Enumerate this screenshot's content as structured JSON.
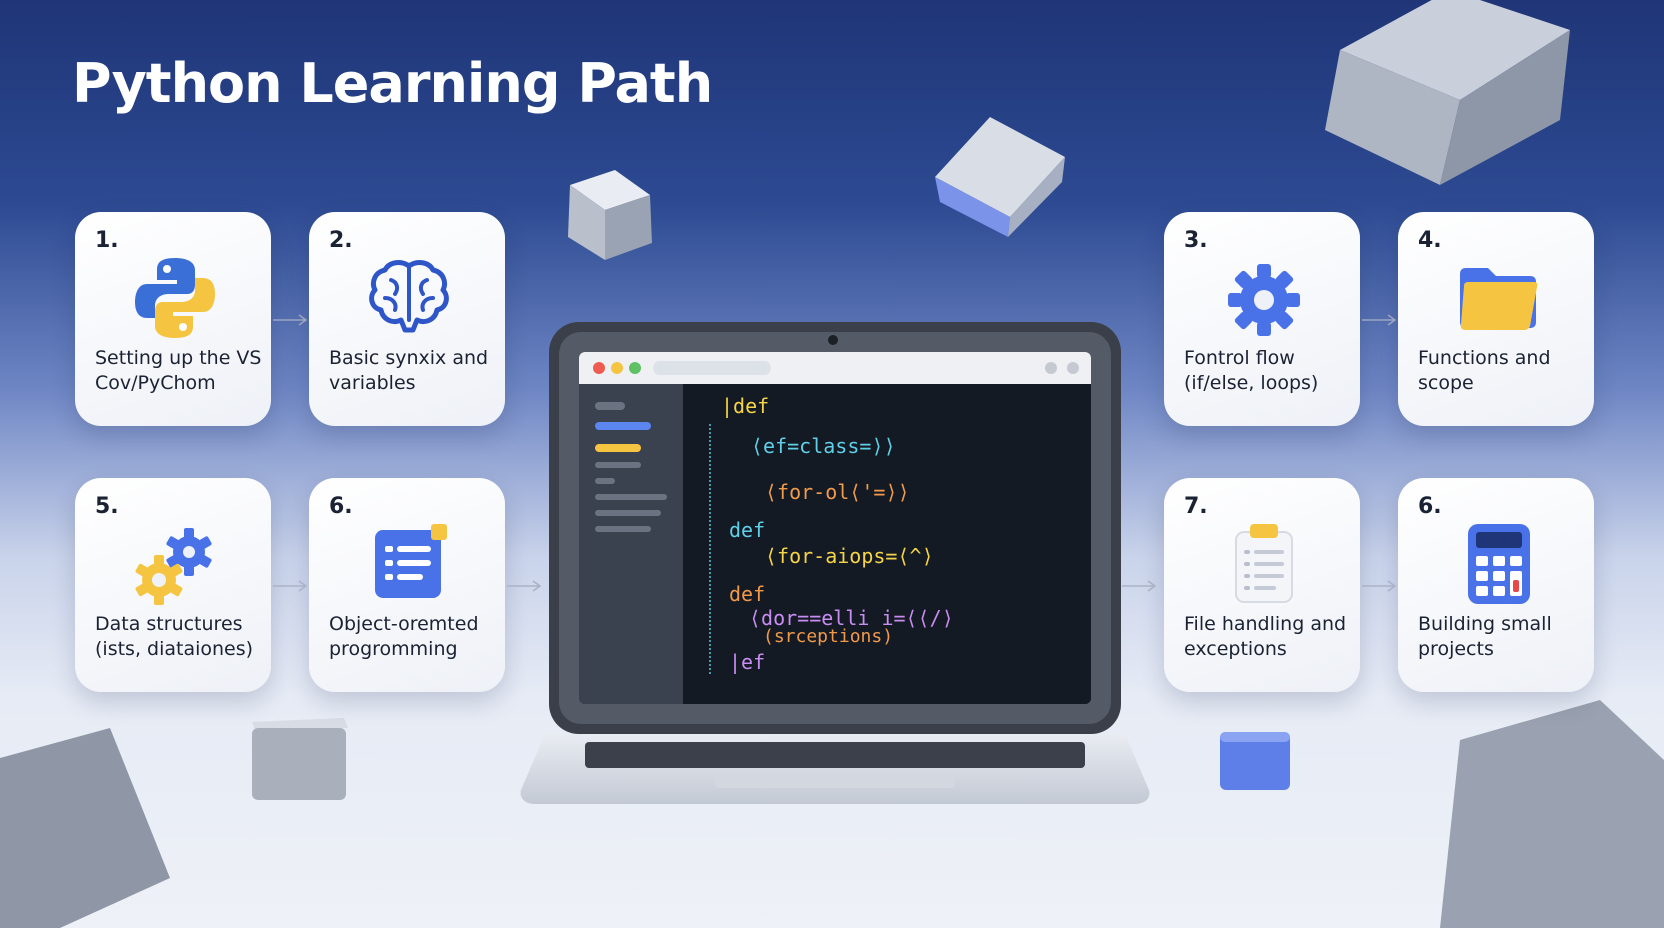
{
  "title": "Python Learning Path",
  "cards": [
    {
      "num": "1.",
      "label": "Setting up the VS Cov/PyChom",
      "icon": "python-logo-icon"
    },
    {
      "num": "2.",
      "label": "Basic synxix and variables",
      "icon": "brain-icon"
    },
    {
      "num": "3.",
      "label": "Fontrol flow (if/else, loops)",
      "icon": "gear-icon"
    },
    {
      "num": "4.",
      "label": "Functions and scope",
      "icon": "folder-icon"
    },
    {
      "num": "5.",
      "label": "Data structures (ists, diataiones)",
      "icon": "gears-icon"
    },
    {
      "num": "6.",
      "label": "Object-oremted progromming",
      "icon": "document-icon"
    },
    {
      "num": "7.",
      "label": "File handling and exceptions",
      "icon": "clipboard-icon"
    },
    {
      "num": "6.",
      "label": "Building small projects",
      "icon": "calculator-icon"
    }
  ],
  "code": {
    "lines": [
      "|def",
      "⟨ef=class=⟩⟩",
      "⟨for-ol⟨'=⟩⟩",
      "def",
      "⟨for-aiops=⟨^⟩",
      "def",
      "⟨dor==elli i=⟨⟨/⟩",
      "(srceptions)",
      "|ef"
    ],
    "colors": {
      "def": "#f5d547",
      "cyan": "#5fd0e8",
      "orange": "#f09a4a",
      "green": "#9fe06a",
      "purple": "#c98cf0"
    }
  },
  "colors": {
    "accent_blue": "#4a72e8",
    "yellow": "#f5c542",
    "text": "#1b2233"
  }
}
